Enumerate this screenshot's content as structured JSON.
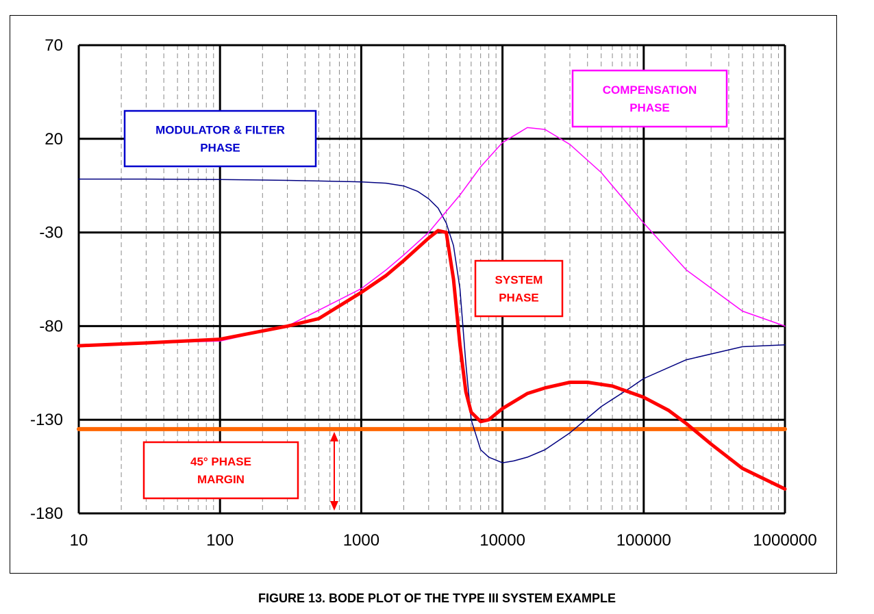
{
  "caption": "FIGURE 13.  BODE PLOT OF THE TYPE III SYSTEM EXAMPLE",
  "chart_data": {
    "type": "line",
    "x_scale": "log",
    "xlim": [
      10,
      1000000
    ],
    "ylim": [
      -180,
      70
    ],
    "x_ticks": [
      "10",
      "100",
      "1000",
      "10000",
      "100000",
      "1000000"
    ],
    "y_ticks": [
      "70",
      "20",
      "-30",
      "-80",
      "-130",
      "-180"
    ],
    "grid": true,
    "legend": "none",
    "series": [
      {
        "id": "modulator",
        "color": "#000080",
        "x": [
          10,
          30,
          100,
          200,
          300,
          500,
          1000,
          1500,
          2000,
          2500,
          3000,
          3500,
          4000,
          4500,
          5000,
          5500,
          6000,
          7000,
          8000,
          10000,
          12000,
          15000,
          20000,
          30000,
          50000,
          80000,
          100000,
          200000,
          500000,
          1000000
        ],
        "y": [
          -1.5,
          -1.5,
          -1.7,
          -2,
          -2.2,
          -2.5,
          -3,
          -3.7,
          -5.2,
          -8,
          -12,
          -17,
          -25,
          -37,
          -60,
          -100,
          -130,
          -146,
          -150,
          -153,
          -152,
          -150,
          -146,
          -137,
          -123,
          -113,
          -108,
          -98,
          -91,
          -90
        ]
      },
      {
        "id": "compensation",
        "color": "#ff00ff",
        "x": [
          10,
          100,
          300,
          1000,
          1500,
          2000,
          3000,
          5000,
          7000,
          10000,
          15000,
          20000,
          30000,
          50000,
          100000,
          200000,
          500000,
          1000000
        ],
        "y": [
          -90,
          -88,
          -80,
          -60,
          -50,
          -42,
          -30,
          -10,
          5,
          18,
          26,
          25,
          17,
          2,
          -25,
          -50,
          -72,
          -80
        ]
      },
      {
        "id": "system",
        "color": "#ff0000",
        "x": [
          10,
          30,
          100,
          300,
          500,
          1000,
          1500,
          2000,
          3000,
          3500,
          4000,
          4500,
          5000,
          5500,
          6000,
          7000,
          8000,
          10000,
          15000,
          20000,
          30000,
          40000,
          60000,
          100000,
          150000,
          200000,
          300000,
          500000,
          1000000
        ],
        "y": [
          -90.5,
          -89,
          -87,
          -80,
          -76,
          -62,
          -53,
          -45,
          -33,
          -29,
          -30,
          -55,
          -90,
          -115,
          -126,
          -131,
          -130,
          -124,
          -116,
          -113,
          -110,
          -110,
          -112,
          -118,
          -125,
          -132,
          -143,
          -156,
          -167
        ]
      },
      {
        "id": "margin",
        "color": "#ff6600",
        "x": [
          10,
          1000000
        ],
        "y": [
          -135,
          -135
        ]
      }
    ],
    "annotations": [
      {
        "id": "modulator-label",
        "lines": [
          "MODULATOR & FILTER",
          "PHASE"
        ],
        "color": "#0000cc"
      },
      {
        "id": "compensation-label",
        "lines": [
          "COMPENSATION",
          "PHASE"
        ],
        "color": "#ff00ff"
      },
      {
        "id": "system-label",
        "lines": [
          "SYSTEM",
          "PHASE"
        ],
        "color": "#ff0000"
      },
      {
        "id": "margin-label",
        "lines": [
          "45° PHASE",
          "MARGIN"
        ],
        "color": "#ff0000"
      }
    ]
  }
}
